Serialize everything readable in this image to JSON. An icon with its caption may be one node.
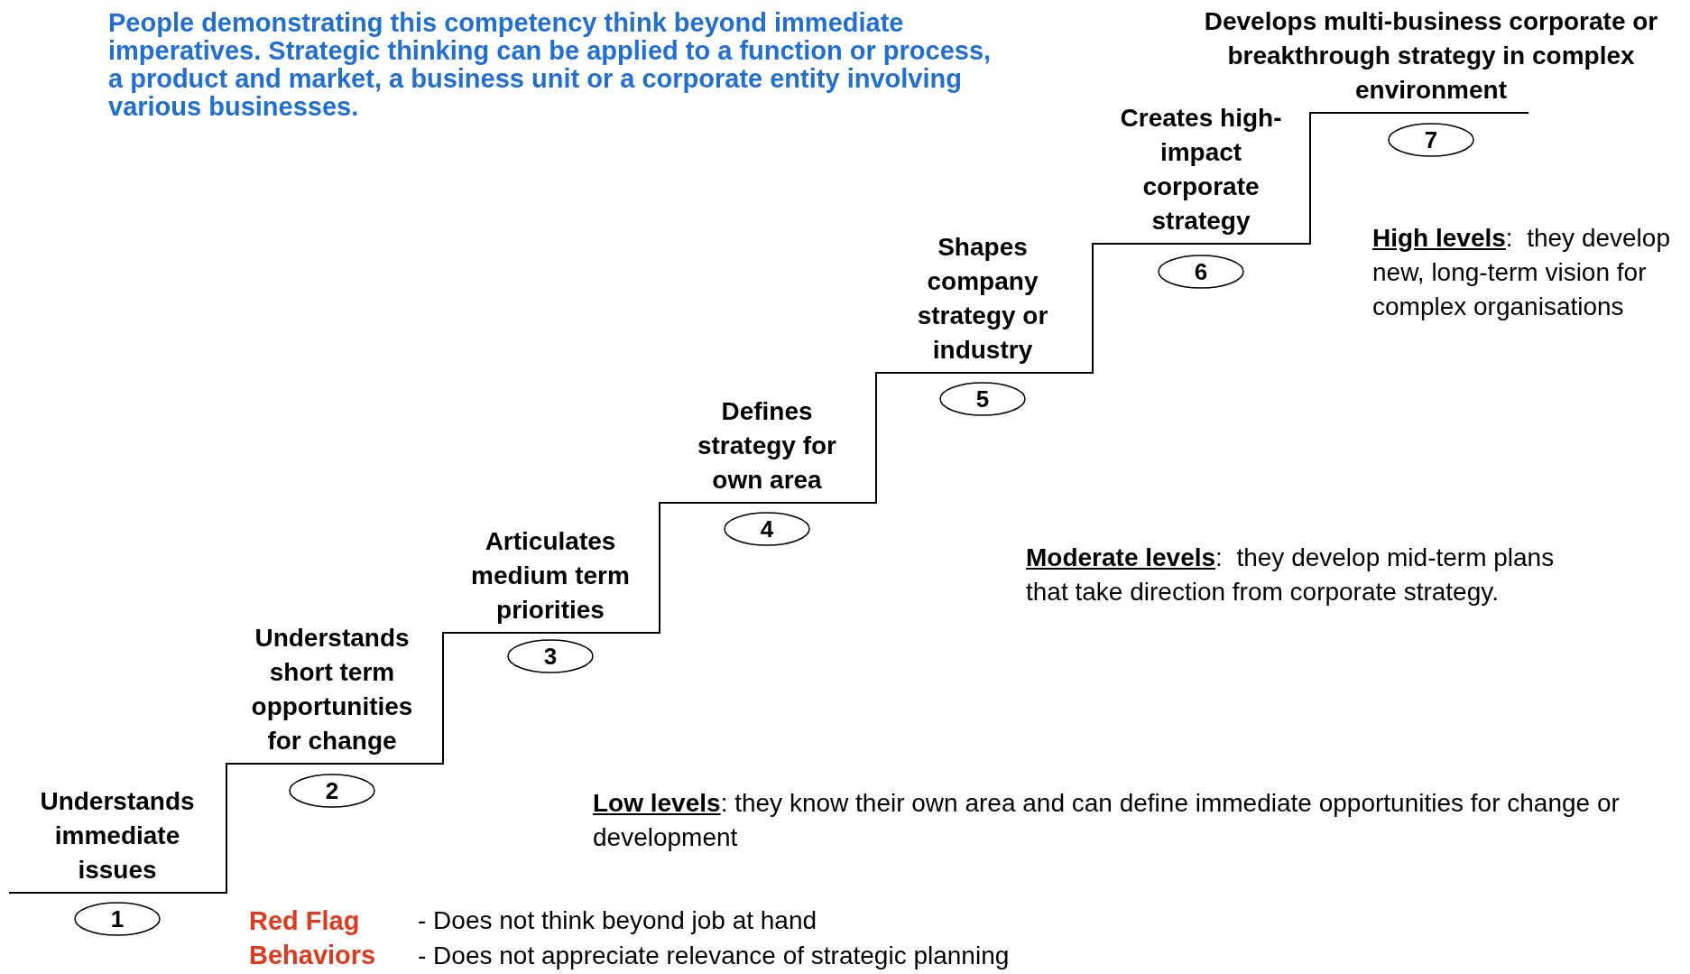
{
  "diagram": {
    "nodes": [
      {
        "text": [
          "1"
        ],
        "beside": [
          "Understands immediate issues"
        ]
      },
      {
        "text": [
          "2"
        ],
        "beside": [
          "Understands short term opportunities for change"
        ]
      },
      {
        "text": [
          "3"
        ],
        "beside": [
          "Articulates medium term priorities"
        ]
      },
      {
        "text": [
          "4"
        ],
        "beside": [
          "Defines strategy for own area"
        ]
      },
      {
        "text": [
          "5"
        ],
        "beside": [
          "Shapes company strategy or industry"
        ]
      },
      {
        "text": [
          "6"
        ],
        "beside": [
          "Creates high-impact corporate strategy"
        ]
      },
      {
        "text": [
          "7"
        ],
        "beside": [
          "Develops multi-business corporate or breakthrough strategy in complex environment"
        ]
      }
    ],
    "labels": [
      "People demonstrating this competency think beyond immediate imperatives. Strategic thinking can be applied to a function or process, a product and market, a business unit or a corporate entity involving various businesses.",
      "**High levels**:  they develop new, long-term vision for complex organisations",
      "**Moderate levels**:  they develop mid-term plans that take direction from corporate strategy.",
      "**Low levels**: they know their own area and can define immediate opportunities for change or development",
      "Red Flag Behaviors",
      "- Does not think beyond job at hand",
      "- Does not appreciate relevance of strategic planning"
    ]
  }
}
